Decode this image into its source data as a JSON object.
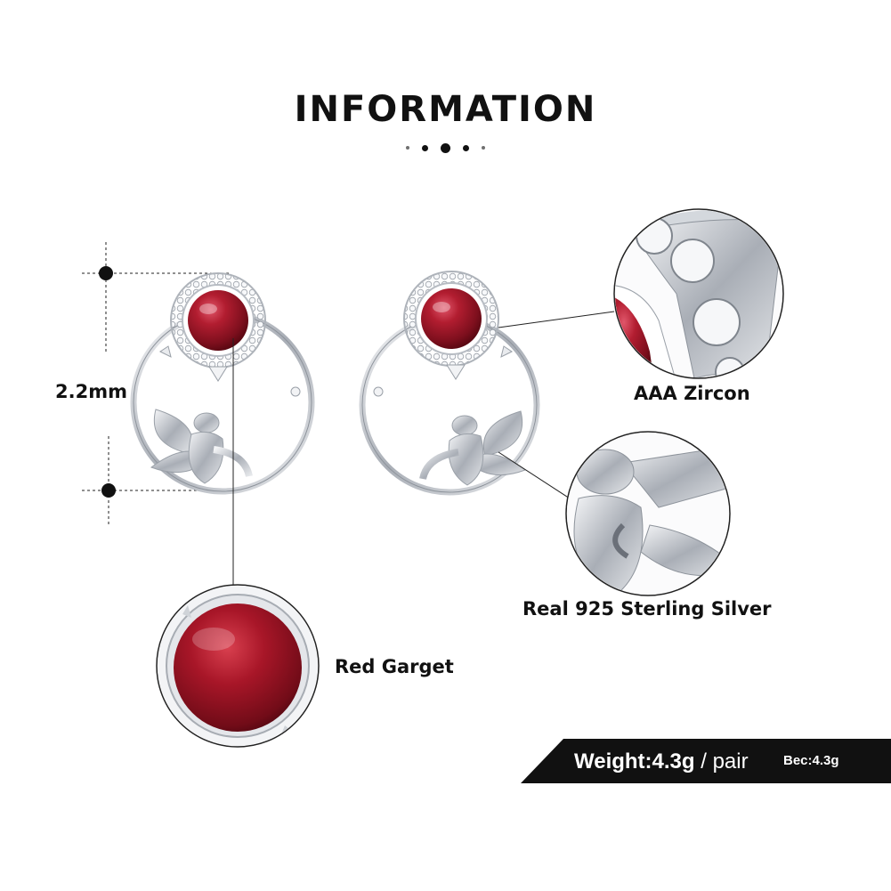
{
  "header": {
    "title": "INFORMATION"
  },
  "dimension": {
    "label": "2.2mm"
  },
  "callouts": {
    "zircon": "AAA  Zircon",
    "silver": "Real 925  Sterling  Silver",
    "garnet": "Red Garget"
  },
  "banner": {
    "weight_label": "Weight:4.3g",
    "weight_unit": " / pair",
    "small_text": "Bec:4.3g"
  },
  "colors": {
    "garnet": "#a8182a",
    "silver": "#c9cdd3",
    "text": "#111111",
    "banner": "#111111"
  }
}
